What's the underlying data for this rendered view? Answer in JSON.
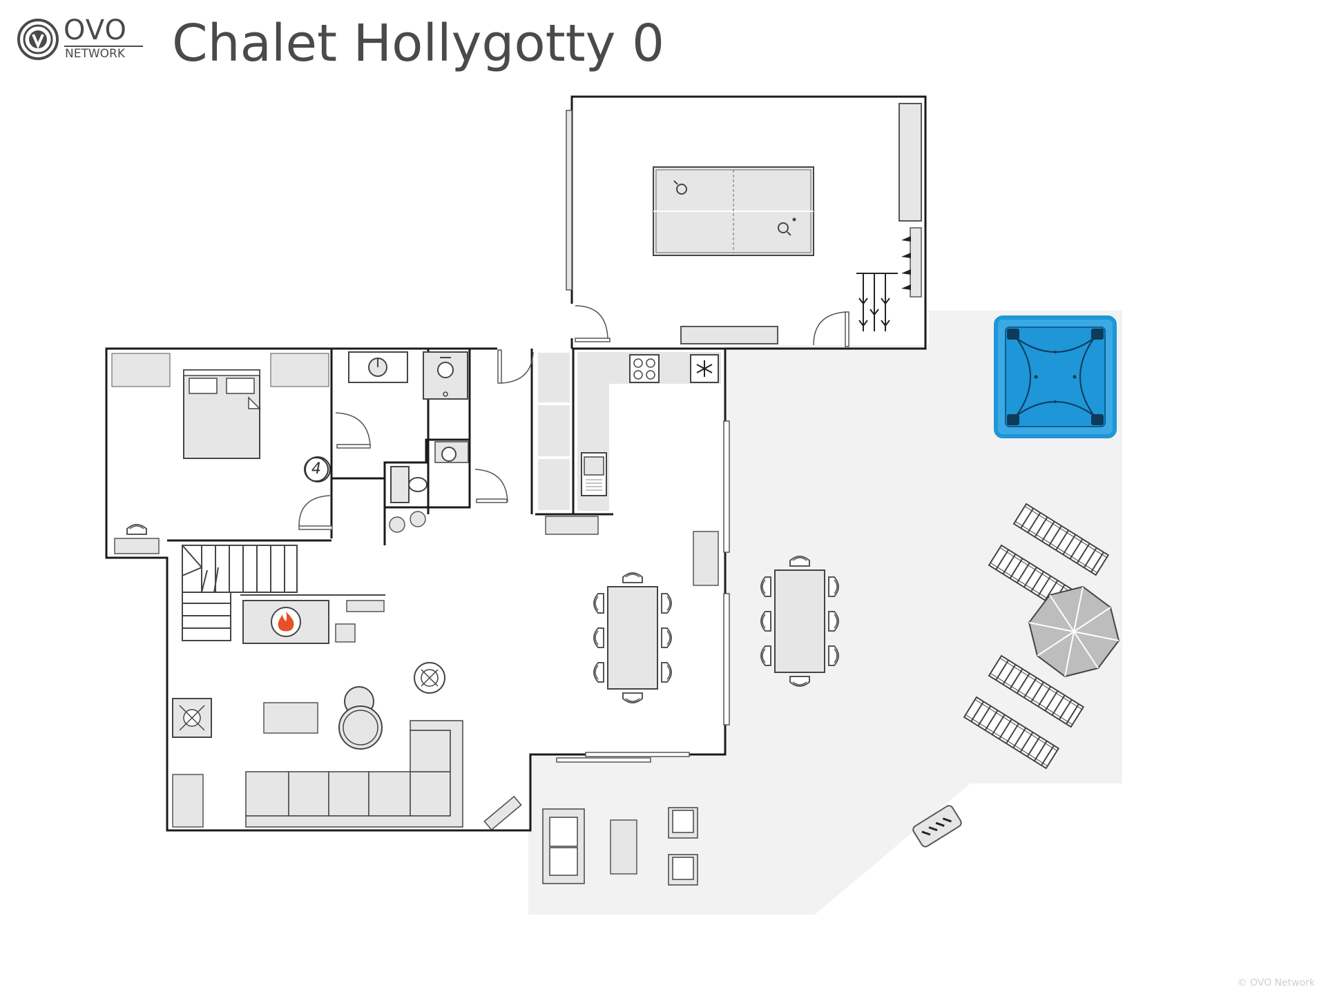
{
  "header": {
    "brand": "OVO",
    "brand_sub": "NETWORK",
    "title": "Chalet Hollygotty 0"
  },
  "plan": {
    "bedroom_number": "4"
  },
  "footer": {
    "copyright": "© OVO Network"
  },
  "icons": {
    "logo": "ovo-logo-icon",
    "fireplace": "fire-icon",
    "freezer": "snowflake-icon",
    "hot_tub": "hot-tub-icon",
    "parasol": "parasol-icon"
  },
  "colors": {
    "wall": "#1a1a1a",
    "furniture_fill": "#e6e6e6",
    "furniture_stroke": "#555555",
    "terrace": "#f2f2f2",
    "hot_tub": "#1e96d8",
    "fire": "#e8502a",
    "text": "#4a4a4a"
  }
}
